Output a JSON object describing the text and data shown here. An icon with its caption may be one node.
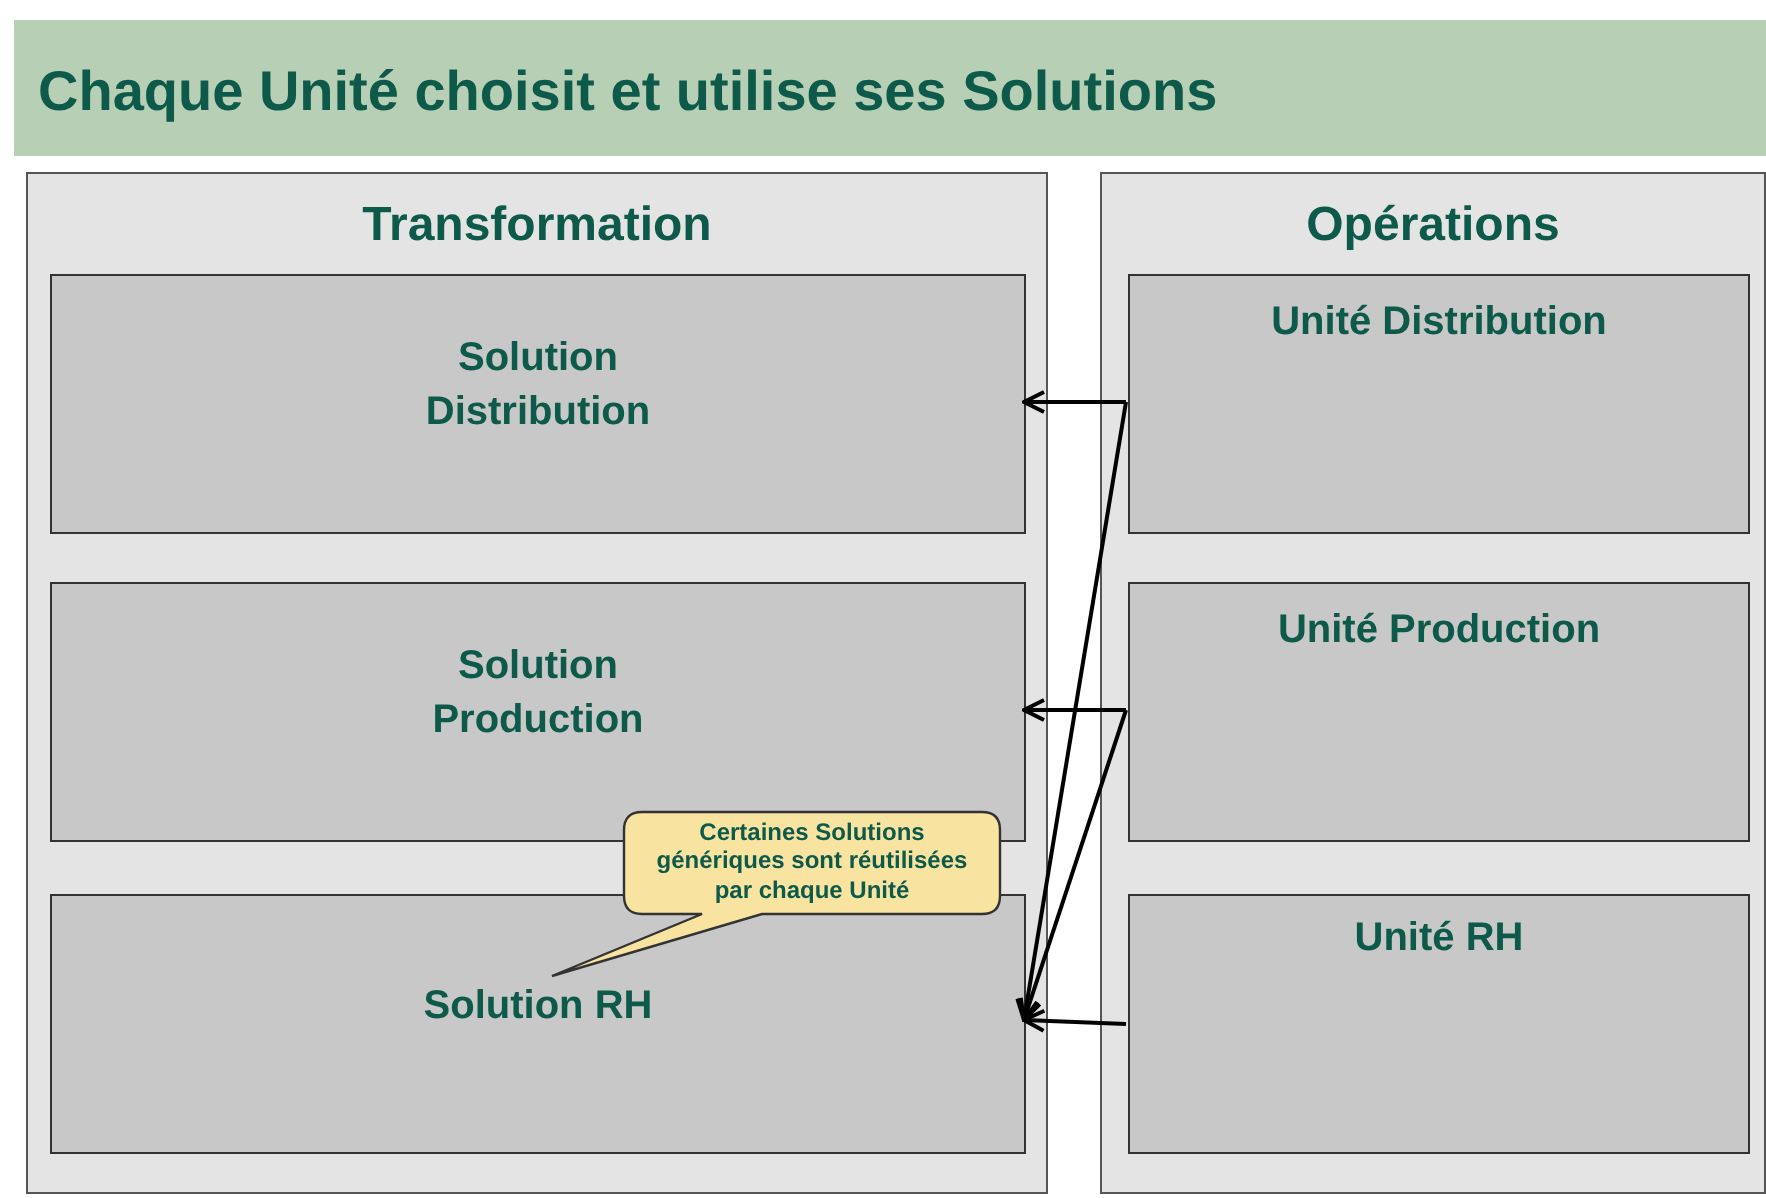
{
  "diagram": {
    "title": "Chaque Unité choisit et utilise ses Solutions",
    "nodes": [
      {
        "text": [
          "Transformation"
        ]
      },
      {
        "text": [
          "Solution Distribution"
        ],
        "in": 0
      },
      {
        "text": [
          "Solution Production"
        ],
        "in": 0
      },
      {
        "text": [
          "Solution RH"
        ],
        "in": 0
      },
      {
        "text": [
          "Opérations"
        ]
      },
      {
        "text": [
          "Unité Distribution"
        ],
        "in": 4
      },
      {
        "text": [
          "Unité Production"
        ],
        "in": 4
      },
      {
        "text": [
          "Unité RH"
        ],
        "in": 4
      },
      {
        "text": [
          "Certaines Solutions génériques sont réutilisées par chaque Unité"
        ],
        "in": 0
      }
    ],
    "edges": [
      {
        "from": 5,
        "to": 1,
        "arrow": "to"
      },
      {
        "from": 5,
        "to": 3,
        "arrow": "to"
      },
      {
        "from": 6,
        "to": 2,
        "arrow": "to"
      },
      {
        "from": 6,
        "to": 3,
        "arrow": "to"
      },
      {
        "from": 7,
        "to": 3,
        "arrow": "to"
      }
    ]
  }
}
